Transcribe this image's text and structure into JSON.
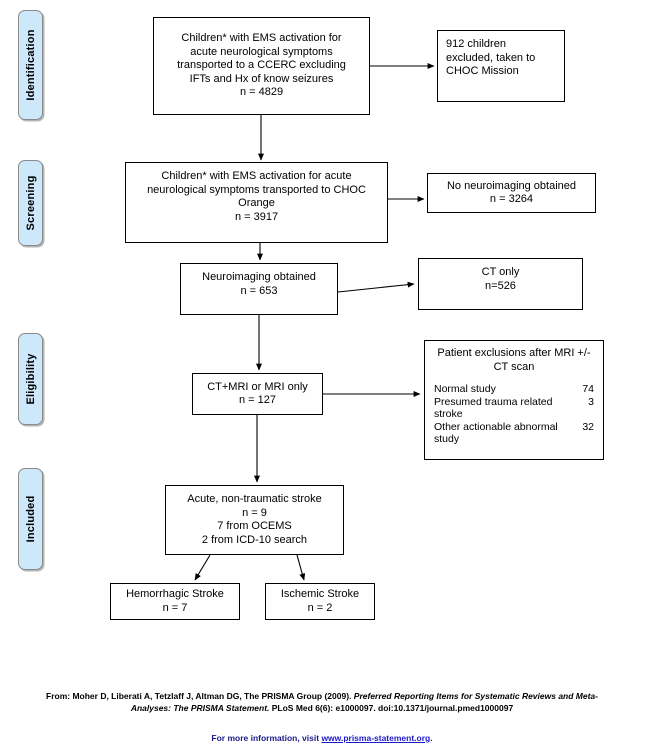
{
  "diagram": {
    "type": "prisma-flow-diagram",
    "stages": [
      {
        "id": "identification",
        "label": "Identification"
      },
      {
        "id": "screening",
        "label": "Screening"
      },
      {
        "id": "eligibility",
        "label": "Eligibility"
      },
      {
        "id": "included",
        "label": "Included"
      }
    ],
    "boxes": {
      "identification_main": {
        "text": "Children* with EMS activation for\nacute neurological symptoms\ntransported to a CCERC excluding\nIFTs and Hx of know seizures\nn = 4829"
      },
      "identification_excluded": {
        "text": "912 children\nexcluded, taken to\nCHOC Mission"
      },
      "screening_main": {
        "text": "Children* with EMS activation for acute\nneurological symptoms transported to CHOC\nOrange\nn = 3917"
      },
      "screening_excluded": {
        "text": "No neuroimaging obtained\nn = 3264"
      },
      "neuroimaging_obtained": {
        "text": "Neuroimaging obtained\nn = 653"
      },
      "ct_only": {
        "text": "CT only\nn=526"
      },
      "eligibility_main": {
        "text": "CT+MRI or MRI only\nn = 127"
      },
      "included_main": {
        "text": "Acute, non-traumatic stroke\nn = 9\n7 from OCEMS\n2 from ICD-10 search"
      },
      "hemorrhagic_stroke": {
        "text": "Hemorrhagic Stroke\nn = 7"
      },
      "ischemic_stroke": {
        "text": "Ischemic Stroke\nn = 2"
      }
    },
    "exclusions_panel": {
      "title": "Patient exclusions after MRI +/-\nCT scan",
      "rows": [
        {
          "name": "Normal study",
          "count": "74"
        },
        {
          "name": "Presumed trauma related\n   stroke",
          "count": "3"
        },
        {
          "name": "Other actionable abnormal\n   study",
          "count": "32"
        }
      ]
    },
    "colors": {
      "stage_tab_fill": "#cde8fa",
      "stage_tab_border": "#8a8a8a",
      "box_border": "#000000",
      "link": "#1a1acc"
    }
  },
  "footer": {
    "citation_prefix": "From:  ",
    "citation_part1": "Moher D, Liberati A, Tetzlaff J, Altman DG, The PRISMA Group (2009). ",
    "citation_italic": "Preferred Reporting Items for Systematic Reviews and Meta-Analyses: The PRISMA Statement. ",
    "citation_part2": "PLoS Med 6(6): e1000097. doi:10.1371/journal.pmed1000097",
    "more_info_prefix": "For more information, visit ",
    "more_info_link": "www.prisma-statement.org",
    "more_info_suffix": "."
  }
}
